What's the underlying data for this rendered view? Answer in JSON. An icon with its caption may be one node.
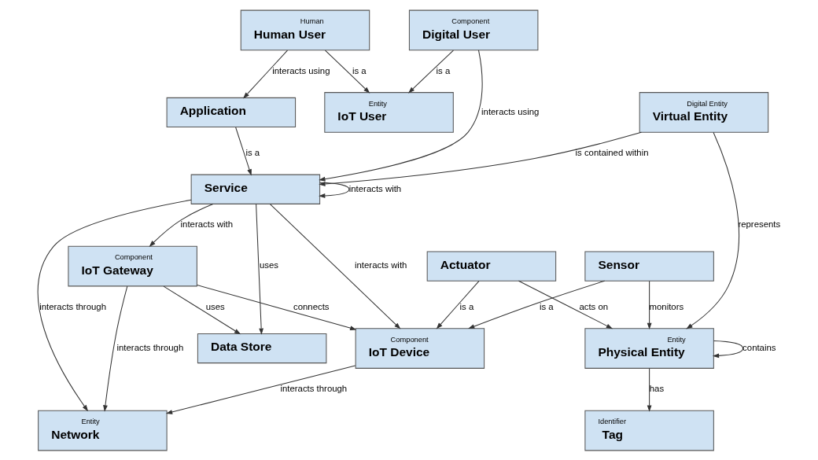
{
  "diagram": {
    "nodes": [
      {
        "text": [
          "Entity",
          "IoT User"
        ]
      },
      {
        "text": [
          "Human",
          "Human User"
        ]
      },
      {
        "text": [
          "Component",
          "Digital User"
        ]
      },
      {
        "text": [
          "Digital Entity",
          "Virtual Entity"
        ]
      },
      {
        "text": [
          "Entity",
          "Physical Entity"
        ]
      },
      {
        "text": [
          "Identifier",
          "Tag"
        ]
      },
      {
        "text": [
          "Application"
        ]
      },
      {
        "text": [
          "Service"
        ]
      },
      {
        "text": [
          "Sensor"
        ]
      },
      {
        "text": [
          "Actuator"
        ]
      },
      {
        "text": [
          "Data Store"
        ]
      },
      {
        "text": [
          "Component",
          "IoT Device"
        ]
      },
      {
        "text": [
          "Entity",
          "Network"
        ]
      },
      {
        "text": [
          "Component",
          "IoT Gateway"
        ]
      }
    ],
    "edges": [
      {
        "from": 1,
        "to": 0,
        "arrow": "to",
        "label": "is a"
      },
      {
        "from": 2,
        "to": 0,
        "arrow": "to",
        "label": "is a"
      },
      {
        "from": 3,
        "to": 4,
        "arrow": "to",
        "label": "represents"
      },
      {
        "from": 4,
        "to": 4,
        "arrow": "to",
        "label": "contains"
      },
      {
        "from": 4,
        "to": 5,
        "arrow": "to",
        "label": "has"
      },
      {
        "from": 1,
        "to": 6,
        "arrow": "to",
        "label": "interacts using"
      },
      {
        "from": 2,
        "to": 7,
        "arrow": "to",
        "label": "interacts using"
      },
      {
        "from": 3,
        "to": 7,
        "arrow": "to",
        "label": "is contained within"
      },
      {
        "from": 8,
        "to": 4,
        "arrow": "to",
        "label": "monitors"
      },
      {
        "from": 9,
        "to": 4,
        "arrow": "to",
        "label": "acts on"
      },
      {
        "from": 6,
        "to": 7,
        "arrow": "to",
        "label": "is a"
      },
      {
        "from": 7,
        "to": 7,
        "arrow": "to",
        "label": "interacts with"
      },
      {
        "from": 8,
        "to": 11,
        "arrow": "to",
        "label": "is a"
      },
      {
        "from": 9,
        "to": 11,
        "arrow": "to",
        "label": "is a"
      },
      {
        "from": 7,
        "to": 12,
        "arrow": "to",
        "label": "interacts through"
      },
      {
        "from": 7,
        "to": 10,
        "arrow": "to",
        "label": "uses"
      },
      {
        "from": 7,
        "to": 13,
        "arrow": "to",
        "label": "interacts with"
      },
      {
        "from": 7,
        "to": 11,
        "arrow": "to",
        "label": "interacts with"
      },
      {
        "from": 11,
        "to": 12,
        "arrow": "to",
        "label": "interacts through"
      },
      {
        "from": 13,
        "to": 10,
        "arrow": "to",
        "label": "uses"
      },
      {
        "from": 13,
        "to": 12,
        "arrow": "to",
        "label": "interacts through"
      },
      {
        "from": 13,
        "to": 11,
        "arrow": "to",
        "label": "connects"
      }
    ]
  }
}
